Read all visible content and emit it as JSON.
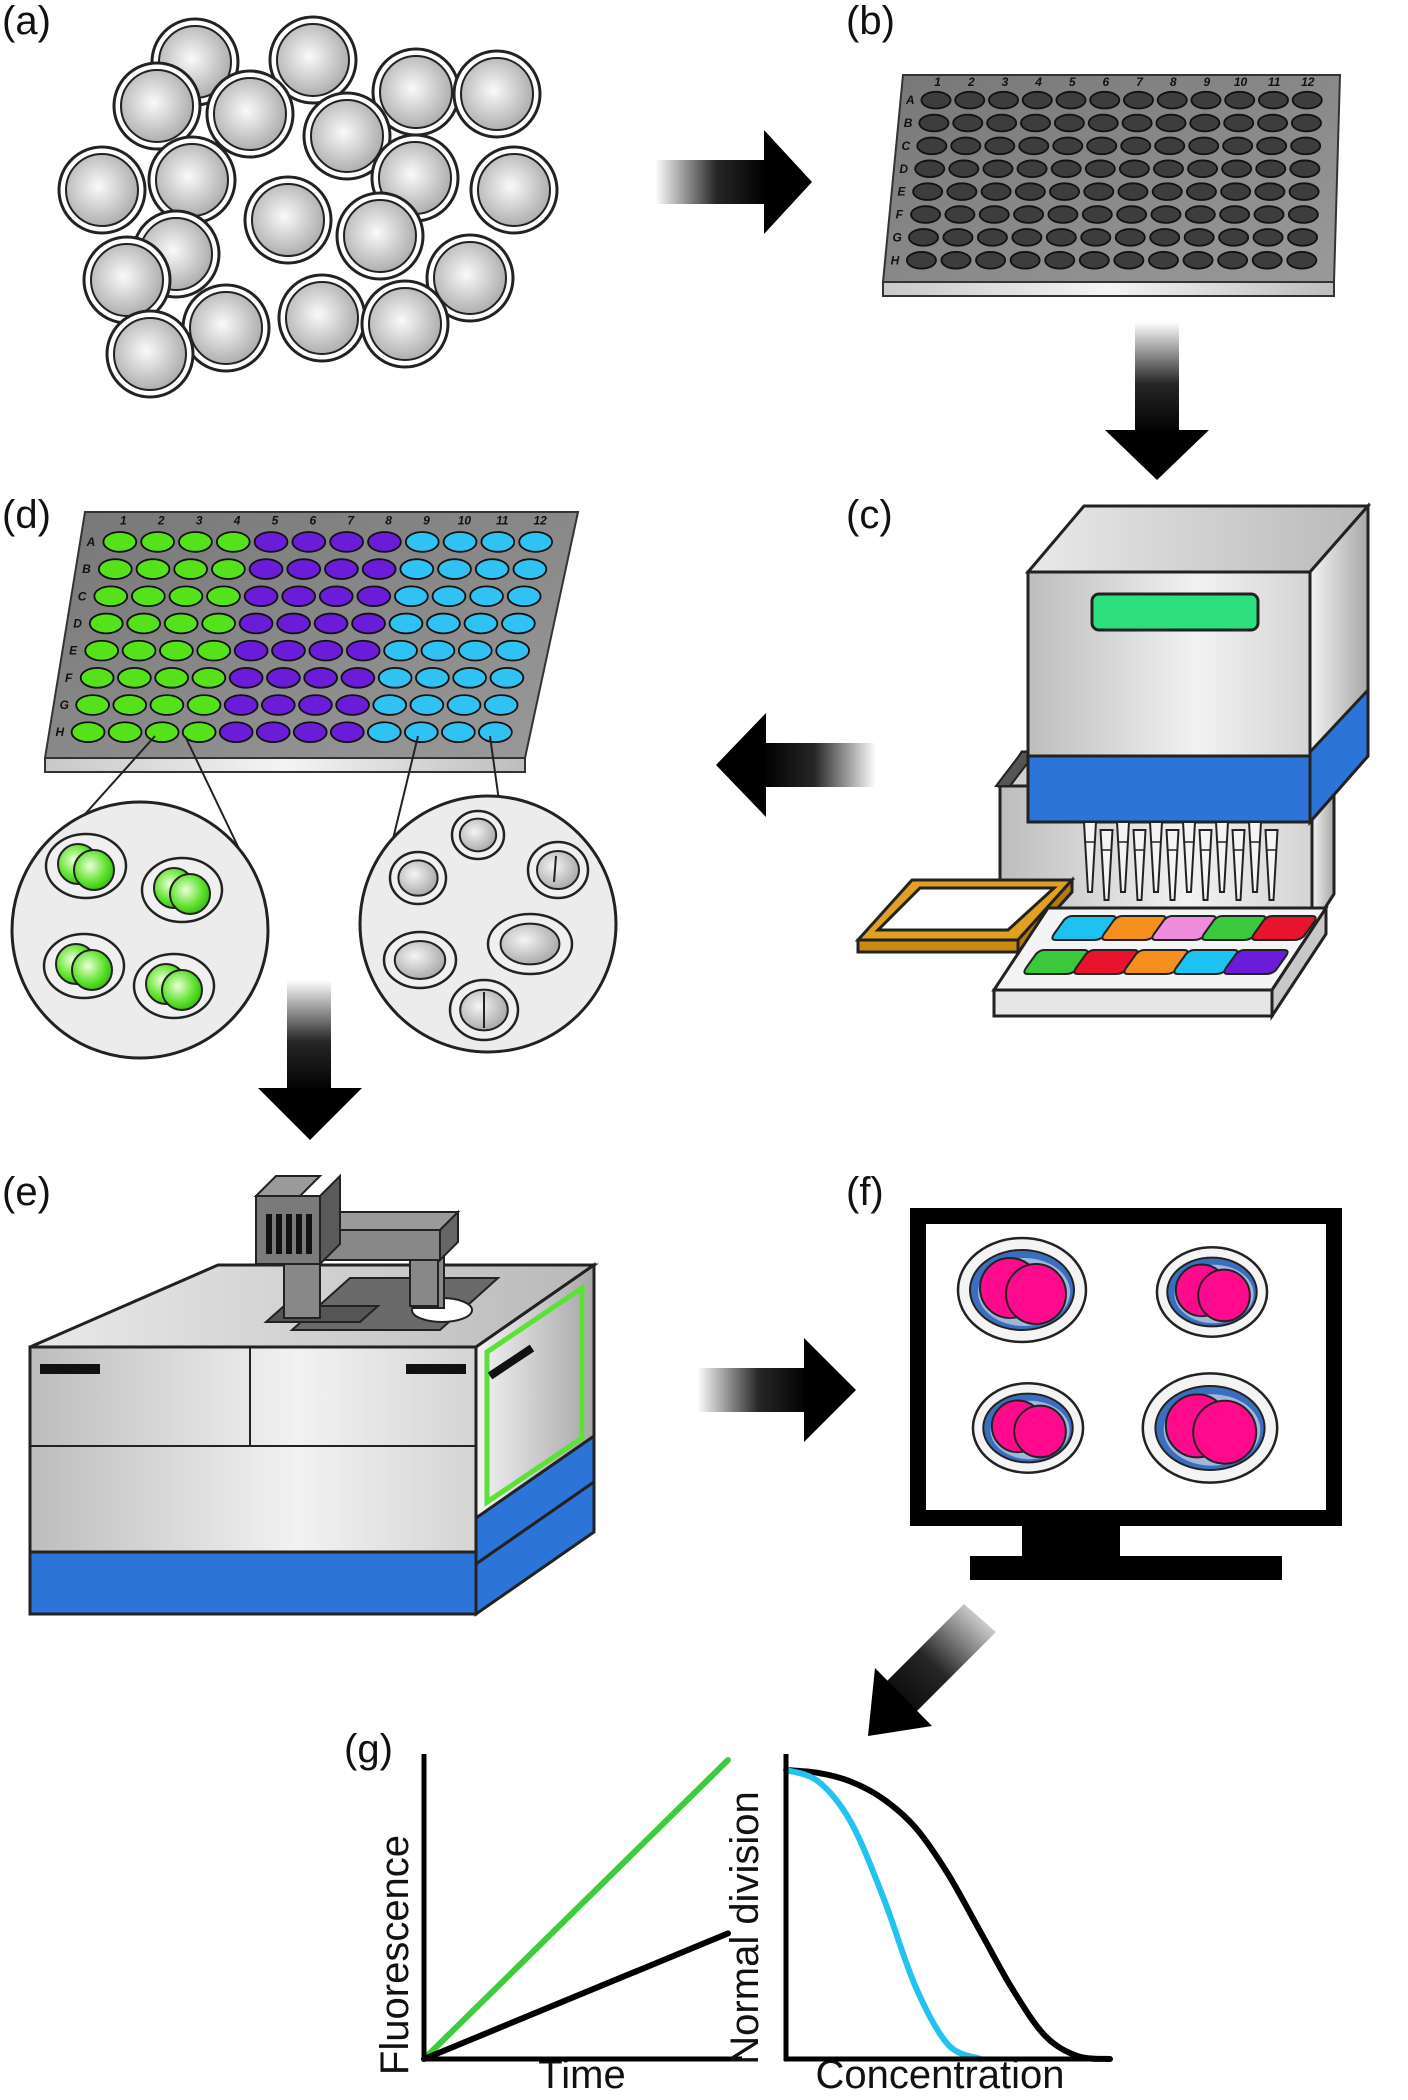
{
  "figure": {
    "panels": {
      "a": {
        "label": "(a)"
      },
      "b": {
        "label": "(b)"
      },
      "c": {
        "label": "(c)"
      },
      "d": {
        "label": "(d)"
      },
      "e": {
        "label": "(e)"
      },
      "f": {
        "label": "(f)"
      },
      "g": {
        "label": "(g)"
      }
    },
    "plate": {
      "rows": [
        "A",
        "B",
        "C",
        "D",
        "E",
        "F",
        "G",
        "H"
      ],
      "cols": [
        "1",
        "2",
        "3",
        "4",
        "5",
        "6",
        "7",
        "8",
        "9",
        "10",
        "11",
        "12"
      ]
    },
    "colors": {
      "plate_well_empty": "#3d3d3d",
      "well_green": "#55e21a",
      "well_purple": "#6a1cd9",
      "well_cyan": "#2fc2f2",
      "instrument_blue": "#2c74d8",
      "display_green": "#2ee07d",
      "nucleus_magenta": "#ff0a8c",
      "nucleus_ring_blue": "#3a6fc0",
      "curve_green": "#3ccc3c",
      "curve_cyan": "#22c3f0",
      "tray_orange": "#e0a020"
    },
    "reservoir_colors": [
      "#1cc3f0",
      "#f5901e",
      "#f08cdc",
      "#3cc83c",
      "#e8142e",
      "#3cc83c",
      "#e8142e",
      "#f5901e",
      "#1cc3f0",
      "#6a1cd9"
    ]
  },
  "chart_data": [
    {
      "type": "line",
      "xlabel": "Time",
      "ylabel": "Fluorescence",
      "series": [
        {
          "color": "#3ccc3c",
          "x": [
            0,
            1
          ],
          "y": [
            0,
            1
          ]
        },
        {
          "color": "#000000",
          "x": [
            0,
            1
          ],
          "y": [
            0,
            0.42
          ]
        }
      ]
    },
    {
      "type": "line",
      "xlabel": "Concentration",
      "ylabel": "Normal division",
      "series": [
        {
          "color": "#000000",
          "x": [
            0,
            0.1,
            0.2,
            0.3,
            0.4,
            0.5,
            0.6,
            0.7,
            0.8,
            0.9,
            1
          ],
          "y": [
            1,
            0.99,
            0.96,
            0.9,
            0.8,
            0.64,
            0.44,
            0.24,
            0.08,
            0.01,
            0
          ]
        },
        {
          "color": "#22c3f0",
          "x": [
            0,
            0.1,
            0.2,
            0.3,
            0.4,
            0.5,
            0.6
          ],
          "y": [
            1,
            0.96,
            0.82,
            0.56,
            0.25,
            0.05,
            0
          ]
        }
      ]
    }
  ]
}
